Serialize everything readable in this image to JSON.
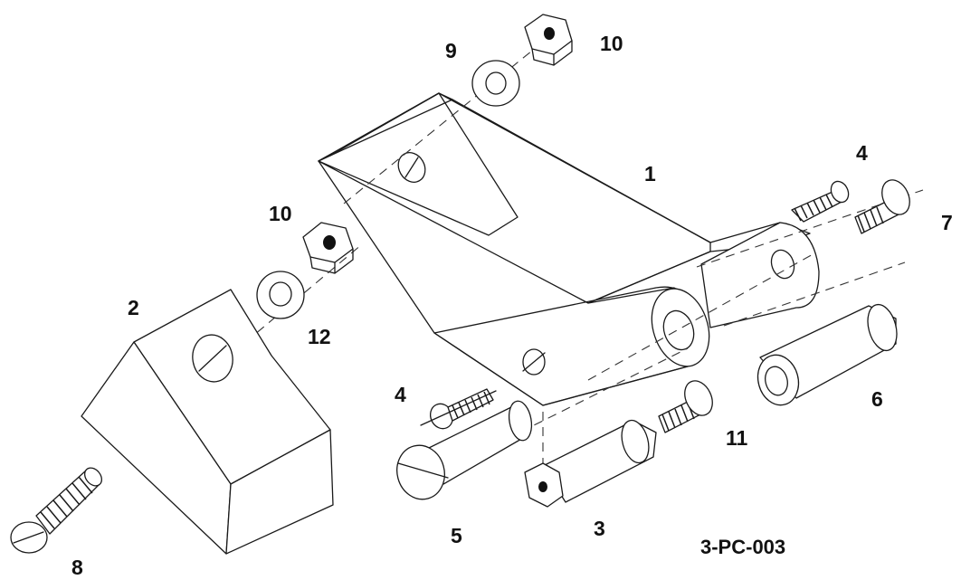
{
  "diagram": {
    "drawing_code": "3-PC-003",
    "callouts": {
      "p1": "1",
      "p2": "2",
      "p3": "3",
      "p4a": "4",
      "p4b": "4",
      "p5": "5",
      "p6": "6",
      "p7": "7",
      "p8": "8",
      "p9": "9",
      "p10a": "10",
      "p10b": "10",
      "p11": "11",
      "p12": "12"
    }
  }
}
